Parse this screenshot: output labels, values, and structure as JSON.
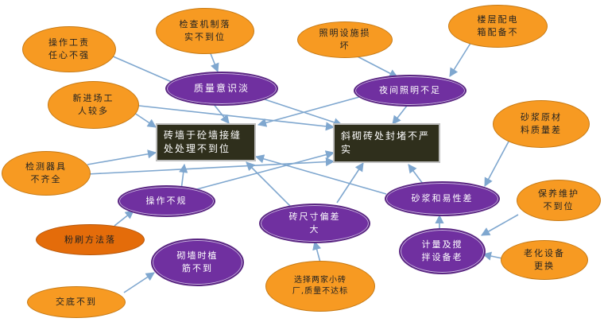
{
  "problems": {
    "left": "砖墙于砼墙接缝\n处处理不到位",
    "right": "斜砌砖处封堵不严\n实"
  },
  "purple_causes": {
    "quality": "质量意识淡",
    "night_light": "夜间照明不足",
    "mortar": "砂浆和易性差",
    "operation": "操作不规",
    "brick_size": "砖尺寸偏差\n大",
    "masonry": "砌墙时植\n筋不到",
    "metering": "计量及搅\n拌设备老"
  },
  "orange_causes": {
    "responsibility": "操作工责\n任心不强",
    "inspection": "检查机制落\n实不到位",
    "lighting_facility": "照明设施损\n坏",
    "distribution_box": "楼层配电\n箱配备不",
    "new_workers": "新进场工\n人较多",
    "mortar_material": "砂浆原材\n料质量差",
    "detector": "检测器具\n不齐全",
    "maintenance": "保养维护\n不到位",
    "plastering": "粉刷方法落",
    "aging": "老化设备\n更换",
    "disclosure": "交底不到",
    "supplier": "选择两家小砖\n厂,质量不达标"
  },
  "colors": {
    "orange": "#f79a22",
    "dark_orange": "#e46c0a",
    "purple": "#7030a0",
    "problem_box": "#2f2f1c",
    "arrow": "#7fa7cf"
  }
}
